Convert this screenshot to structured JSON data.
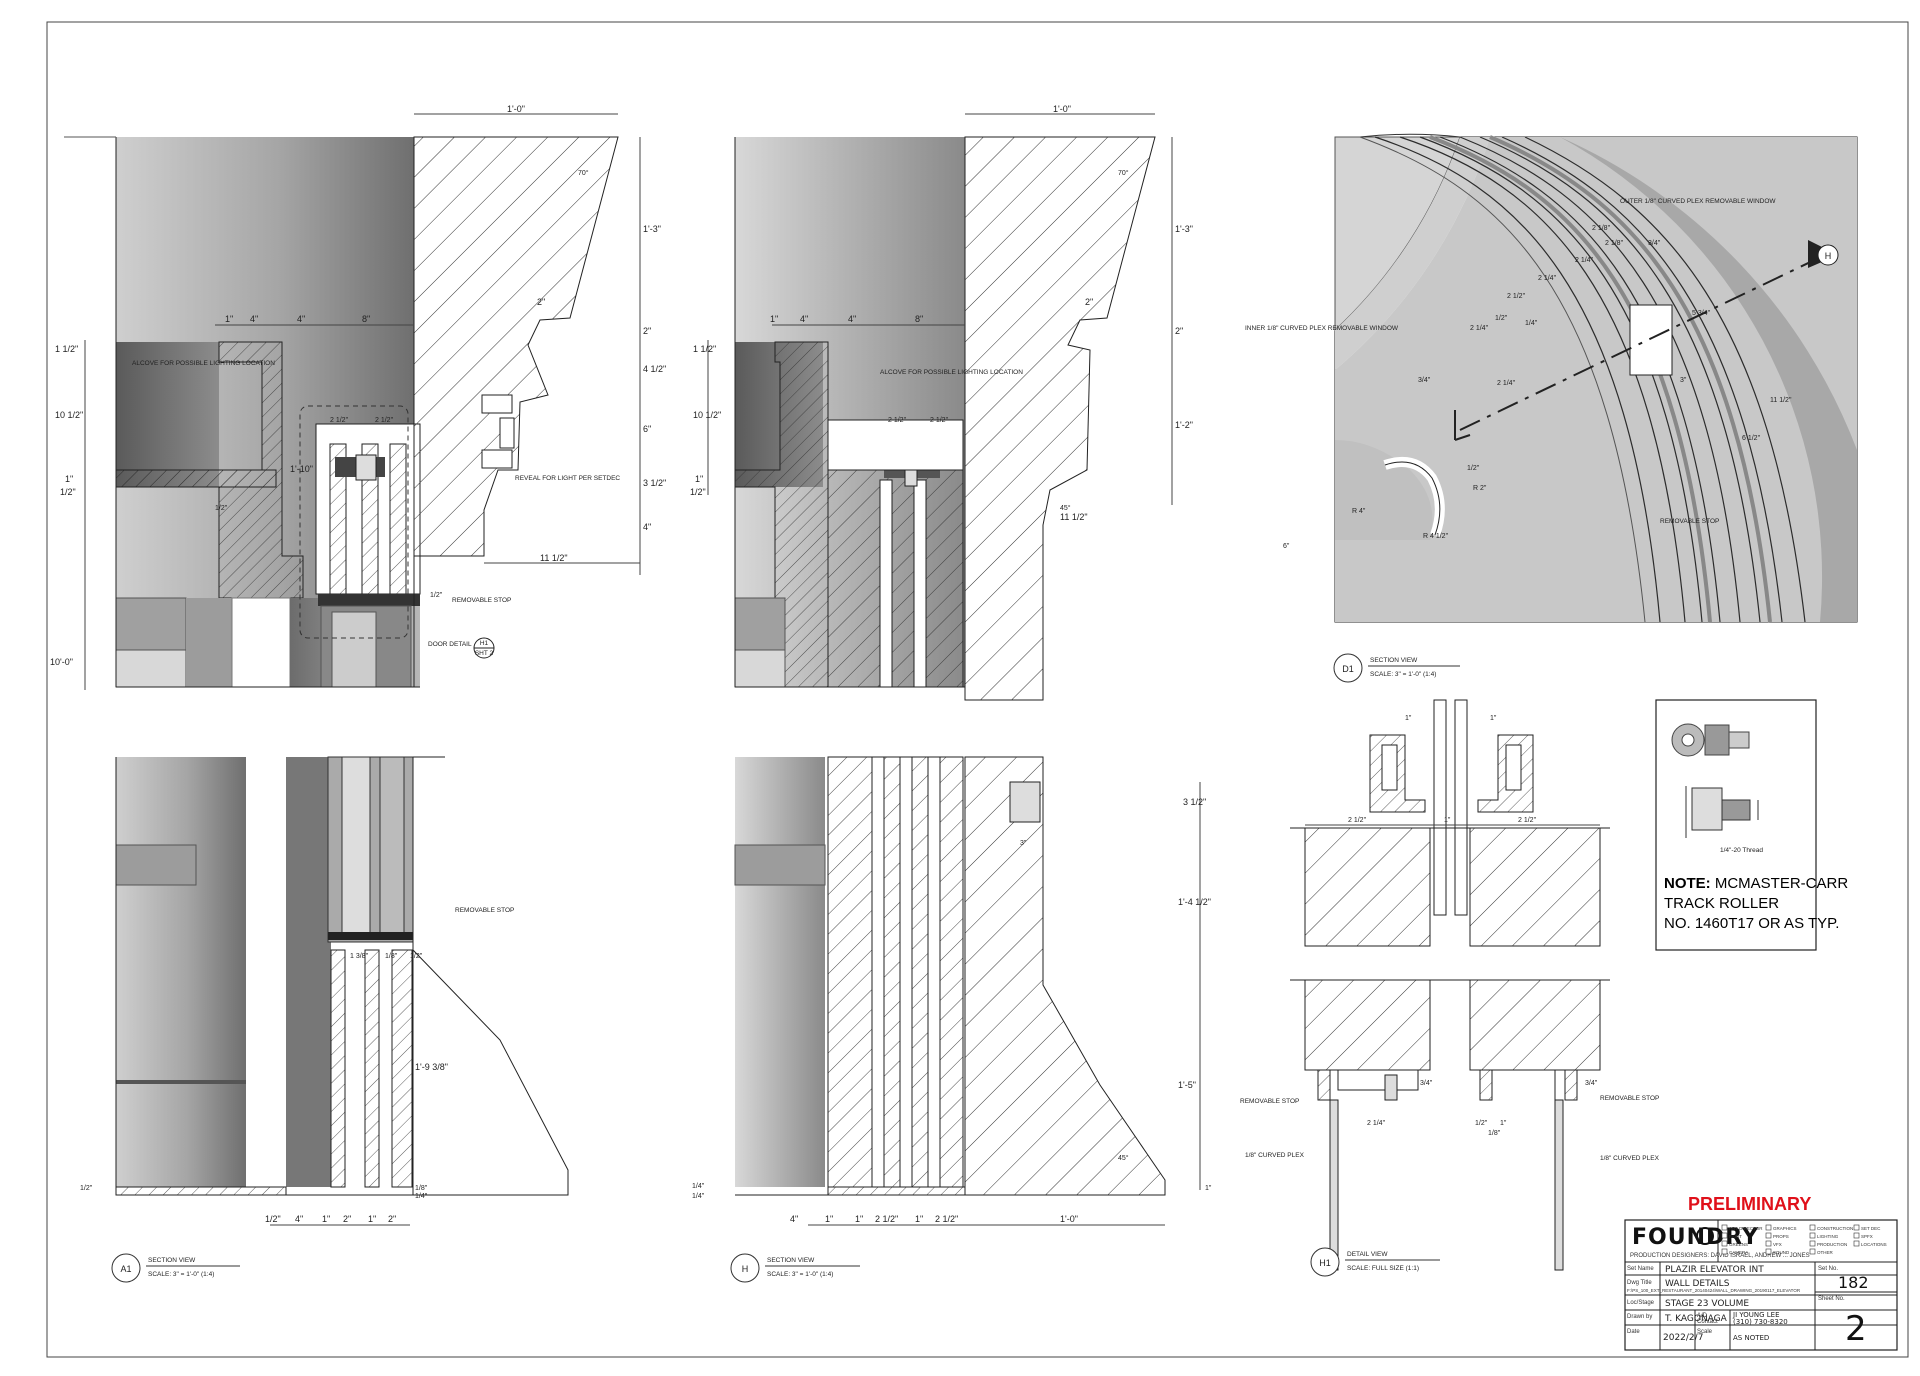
{
  "views": {
    "a1_upper": {
      "id": "A1",
      "title": "SECTION VIEW",
      "scale": "SCALE: 3\" = 1'-0\" (1:4)"
    },
    "h_upper": {
      "id": "H",
      "title": "SECTION VIEW",
      "scale": "SCALE: 3\" = 1'-0\" (1:4)"
    },
    "d1": {
      "id": "D1",
      "title": "SECTION VIEW",
      "scale": "SCALE: 3\" = 1'-0\" (1:4)"
    },
    "h1": {
      "id": "H1",
      "title": "DETAIL VIEW",
      "scale": "SCALE: FULL SIZE (1:1)"
    }
  },
  "annotations": {
    "alcove": "ALCOVE FOR POSSIBLE LIGHTING LOCATION",
    "reveal_light": "REVEAL FOR LIGHT PER SETDEC",
    "removable_stop": "REMOVABLE STOP",
    "door_detail": "DOOR DETAIL",
    "door_detail_ref_top": "H1",
    "door_detail_ref_bottom": "SHT 2",
    "outer_plex": "OUTER 1/8\" CURVED PLEX REMOVABLE WINDOW",
    "inner_plex": "INNER 1/8\" CURVED PLEX REMOVABLE WINDOW",
    "curved_plex": "1/8\" CURVED PLEX",
    "section_mark": "H"
  },
  "dims": {
    "top_width": "1'-0\"",
    "d1": "1\"",
    "d4a": "4\"",
    "d4b": "4\"",
    "d8": "8\"",
    "h1_1_2": "1 1/2\"",
    "h10_1_2": "10 1/2\"",
    "h1": "1\"",
    "h1_2": "1/2\"",
    "h1_10": "1'-10\"",
    "h10_0": "10'-0\"",
    "h1_3": "1'-3\"",
    "h2": "2\"",
    "h4_1_2": "4 1/2\"",
    "h6": "6\"",
    "h3_1_2": "3 1/2\"",
    "h4": "4\"",
    "h1_2b": "1'-2\"",
    "w11_1_2": "11 1/2\"",
    "w2_1_2": "2 1/2\"",
    "ang70": "70°",
    "ang45": "45°",
    "lw4": "4\"",
    "lw1": "1\"",
    "lw2": "2\"",
    "lw2b": "2\"",
    "h1_9_3_8": "1'-9 3/8\"",
    "h1_5": "1'-5\"",
    "h1_4_1_2": "1'-4 1/2\"",
    "h3_1_2b": "3 1/2\"",
    "w3": "3\"",
    "w1_3_8": "1 3/8\"",
    "w1_8": "1/8\"",
    "w1_4": "1/4\"",
    "h1_2_1_2": "1 1/2\"",
    "w2_1_8": "2 1/8\"",
    "w3_4": "3/4\"",
    "w2_1_4": "2 1/4\"",
    "w1_2c": "1/2\"",
    "w5_3_4": "5 3/4\"",
    "r2": "R 2\"",
    "r4": "R 4\"",
    "r4_1_2": "R 4 1/2\"",
    "w6": "6\"",
    "w6_1_2": "6 1/2\""
  },
  "note": {
    "line1_bold": "NOTE:",
    "line1_rest": " MCMASTER-CARR",
    "line2": "TRACK ROLLER",
    "line3": "NO. 1460T17 OR AS TYP.",
    "sub_thread": "1/4\"-20 Thread"
  },
  "preliminary": "PRELIMINARY",
  "title_block": {
    "brand": "FOUNDRY",
    "subtitle": "PRODUCTION DESIGNERS: DAVID ISRAEL, ANDREW ... JONES",
    "checks": [
      "ART DIRECTOR",
      "GRAPHICS",
      "CONSTRUCTION",
      "SET DEC",
      "PAINT",
      "PROPS",
      "LIGHTING",
      "SPFX",
      "GREENS",
      "VFX",
      "PRODUCTION",
      "LOCATIONS",
      "CAMERA",
      "SOUND",
      "OTHER"
    ],
    "set_name_label": "Set Name",
    "set_name": "PLAZIR ELEVATOR INT",
    "dwg_title_label": "Dwg Title",
    "dwg_title": "WALL DETAILS",
    "file_path": "F:\\PS_100_EXT_RESTAURANT_20140424\\WALL_DRAWING_20190117_ELEVATOR",
    "loc_label": "Loc/Stage",
    "loc": "STAGE 23 VOLUME",
    "drawn_label": "Drawn by",
    "drawn": "T. KAGONAGA",
    "ad_label": "A/D",
    "ad": "JI YOUNG LEE",
    "contact_label": "Contact",
    "contact": "(310) 730-8320",
    "date_label": "Date",
    "date": "2022/2/7",
    "scale_label": "Scale",
    "scale": "AS NOTED",
    "set_no_label": "Set No.",
    "set_no": "182",
    "sheet_label": "Sheet No.",
    "sheet_no": "2"
  }
}
